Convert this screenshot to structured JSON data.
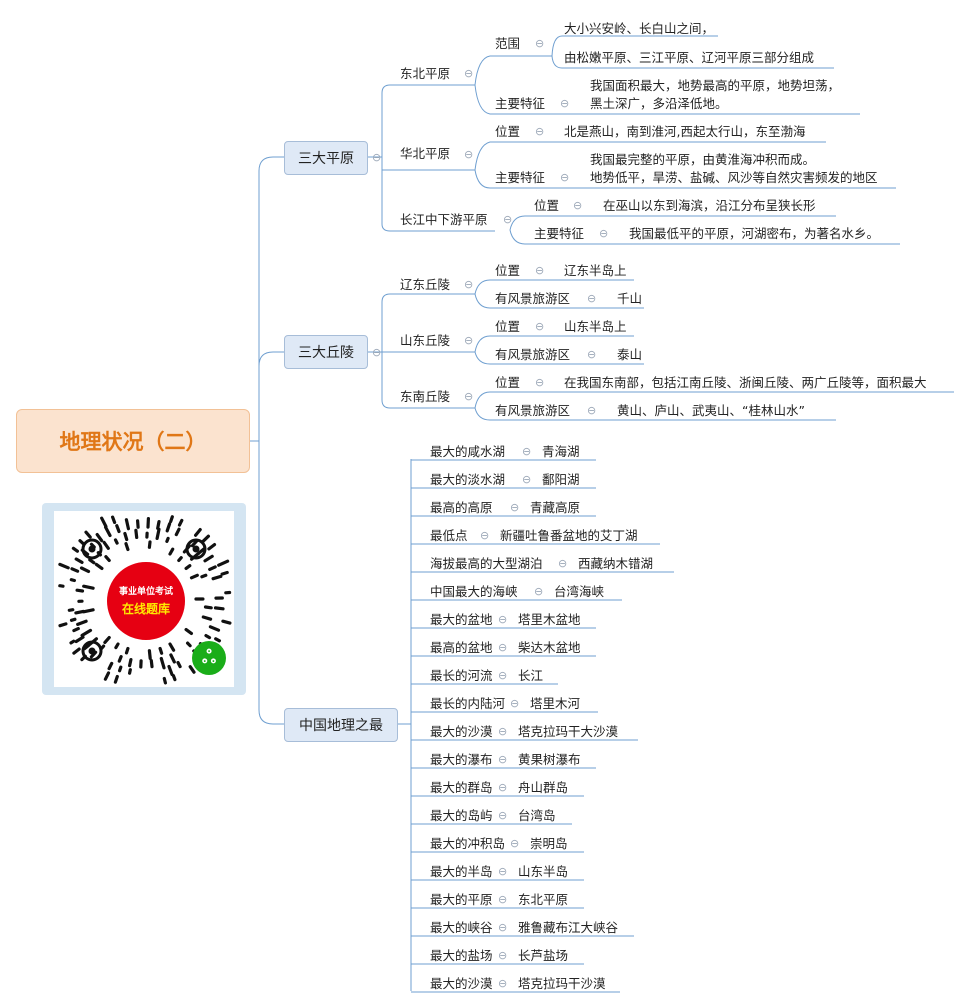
{
  "root": {
    "title": "地理状况（二）"
  },
  "qr": {
    "line1": "事业单位考试",
    "line2": "在线题库",
    "mini_program_icon": "wechat-mini-program-icon"
  },
  "plains": {
    "title": "三大平原",
    "northeast": {
      "name": "东北平原",
      "scope_label": "范围",
      "scope_1": "大小兴安岭、长白山之间，",
      "scope_2": "由松嫩平原、三江平原、辽河平原三部分组成",
      "feature_label": "主要特征",
      "feature_1": "我国面积最大，地势最高的平原，地势坦荡，",
      "feature_2": "黑土深广，多沿泽低地。"
    },
    "north": {
      "name": "华北平原",
      "location_label": "位置",
      "location": "北是燕山，南到淮河,西起太行山，东至渤海",
      "feature_label": "主要特征",
      "feature_1": "我国最完整的平原，由黄淮海冲积而成。",
      "feature_2": "地势低平，旱涝、盐碱、风沙等自然灾害频发的地区"
    },
    "yangtze": {
      "name": "长江中下游平原",
      "location_label": "位置",
      "location": "在巫山以东到海滨，沿江分布呈狭长形",
      "feature_label": "主要特征",
      "feature": "我国最低平的平原，河湖密布，为著名水乡。"
    }
  },
  "hills": {
    "title": "三大丘陵",
    "liaodong": {
      "name": "辽东丘陵",
      "location_label": "位置",
      "location": "辽东半岛上",
      "scenic_label": "有风景旅游区",
      "scenic": "千山"
    },
    "shandong": {
      "name": "山东丘陵",
      "location_label": "位置",
      "location": "山东半岛上",
      "scenic_label": "有风景旅游区",
      "scenic": "泰山"
    },
    "southeast": {
      "name": "东南丘陵",
      "location_label": "位置",
      "location": "在我国东南部，包括江南丘陵、浙闽丘陵、两广丘陵等，面积最大",
      "scenic_label": "有风景旅游区",
      "scenic": "黄山、庐山、武夷山、“桂林山水”"
    }
  },
  "superlatives": {
    "title": "中国地理之最",
    "items": [
      {
        "label": "最大的咸水湖",
        "value": "青海湖"
      },
      {
        "label": "最大的淡水湖",
        "value": "鄱阳湖"
      },
      {
        "label": "最高的高原",
        "value": "青藏高原"
      },
      {
        "label": "最低点",
        "value": "新疆吐鲁番盆地的艾丁湖"
      },
      {
        "label": "海拔最高的大型湖泊",
        "value": "西藏纳木错湖"
      },
      {
        "label": "中国最大的海峡",
        "value": "台湾海峡"
      },
      {
        "label": "最大的盆地",
        "value": "塔里木盆地"
      },
      {
        "label": "最高的盆地",
        "value": "柴达木盆地"
      },
      {
        "label": "最长的河流",
        "value": "长江"
      },
      {
        "label": "最长的内陆河",
        "value": "塔里木河"
      },
      {
        "label": "最大的沙漠",
        "value": "塔克拉玛干大沙漠"
      },
      {
        "label": "最大的瀑布",
        "value": "黄果树瀑布"
      },
      {
        "label": "最大的群岛",
        "value": "舟山群岛"
      },
      {
        "label": "最大的岛屿",
        "value": "台湾岛"
      },
      {
        "label": "最大的冲积岛",
        "value": "崇明岛"
      },
      {
        "label": "最大的半岛",
        "value": "山东半岛"
      },
      {
        "label": "最大的平原",
        "value": "东北平原"
      },
      {
        "label": "最大的峡谷",
        "value": "雅鲁藏布江大峡谷"
      },
      {
        "label": "最大的盐场",
        "value": "长芦盐场"
      },
      {
        "label": "最大的沙漠",
        "value": "塔克拉玛干沙漠"
      }
    ]
  }
}
